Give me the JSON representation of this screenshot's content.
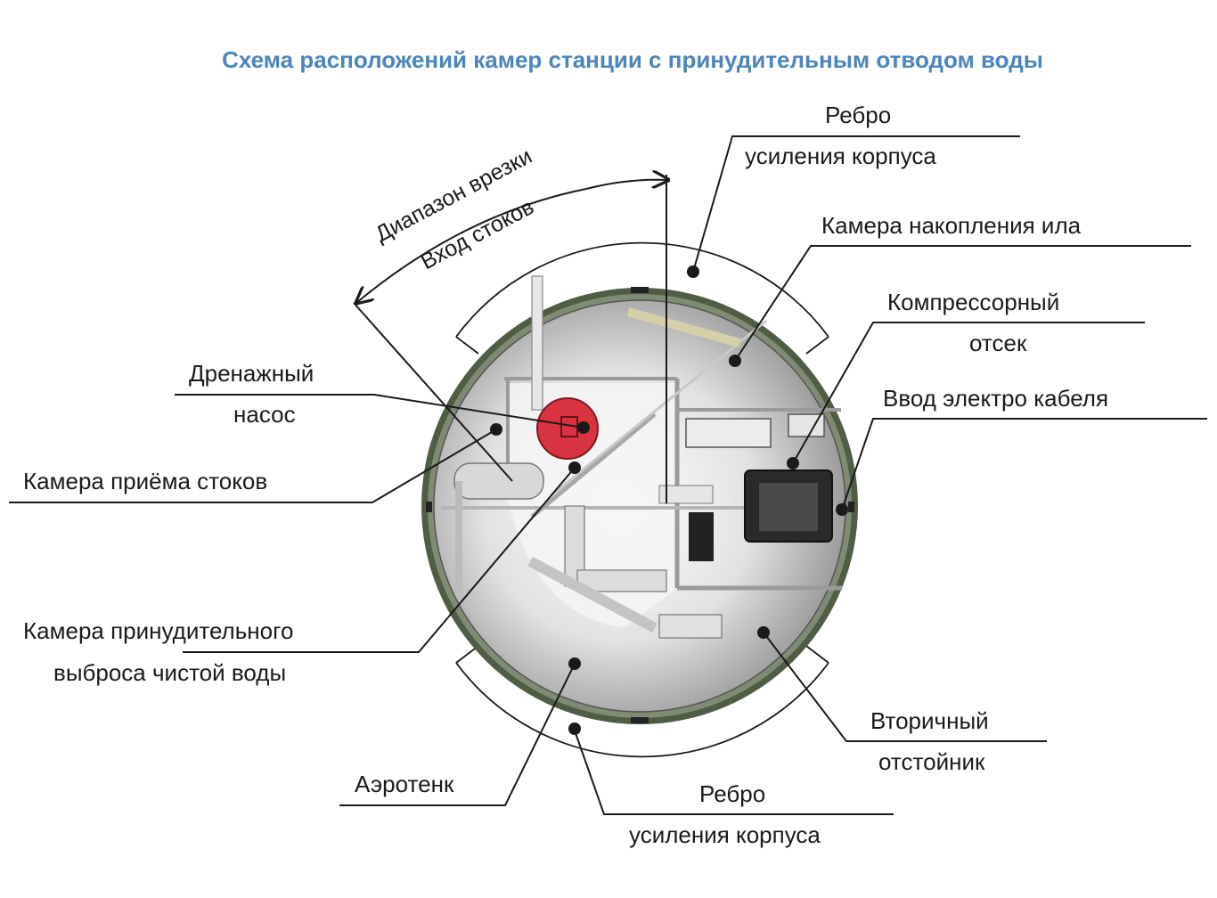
{
  "title": "Схема расположений камер станции с принудительным отводом воды",
  "arc_label": {
    "line1": "Диапазон врезки",
    "line2": "Вход стоков"
  },
  "labels": {
    "rib_top": {
      "line1": "Ребро",
      "line2": "усиления корпуса"
    },
    "sludge_chamber": "Камера накопления ила",
    "compressor": {
      "line1": "Компрессорный",
      "line2": "отсек"
    },
    "cable_input": "Ввод электро кабеля",
    "drain_pump": {
      "line1": "Дренажный",
      "line2": "насос"
    },
    "inlet_chamber": "Камера приёма стоков",
    "forced_discharge": {
      "line1": "Камера принудительного",
      "line2": "выброса чистой воды"
    },
    "aerotank": "Аэротенк",
    "secondary_settler": {
      "line1": "Вторичный",
      "line2": "отстойник"
    },
    "rib_bottom": {
      "line1": "Ребро",
      "line2": "усиления корпуса"
    }
  },
  "colors": {
    "title": "#4a86bd",
    "outer_ring": "#5b6b4f",
    "pump": "#d9333f",
    "leader": "#1a1a1a"
  }
}
